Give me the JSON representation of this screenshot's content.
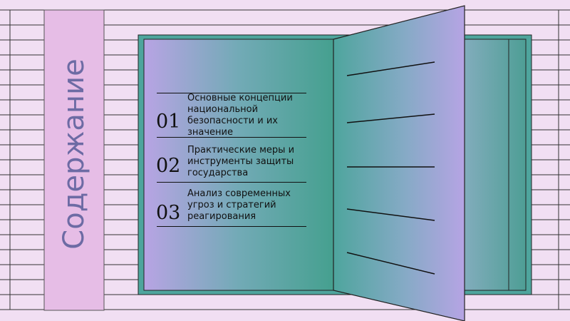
{
  "slide": {
    "title": "Содержание",
    "items": [
      {
        "number": "01",
        "text": "Основные концепции национальной безопасности и их значение"
      },
      {
        "number": "02",
        "text": "Практические меры и инструменты защиты государства"
      },
      {
        "number": "03",
        "text": "Анализ современных угроз и стратегий реагирования"
      }
    ]
  },
  "colors": {
    "background": "#f1dff3",
    "stripe": "#e6bde6",
    "book_teal": "#4ea59d",
    "book_lavender": "#b4a4e2",
    "title_text": "#6d6ba4",
    "lines": "#111111"
  }
}
